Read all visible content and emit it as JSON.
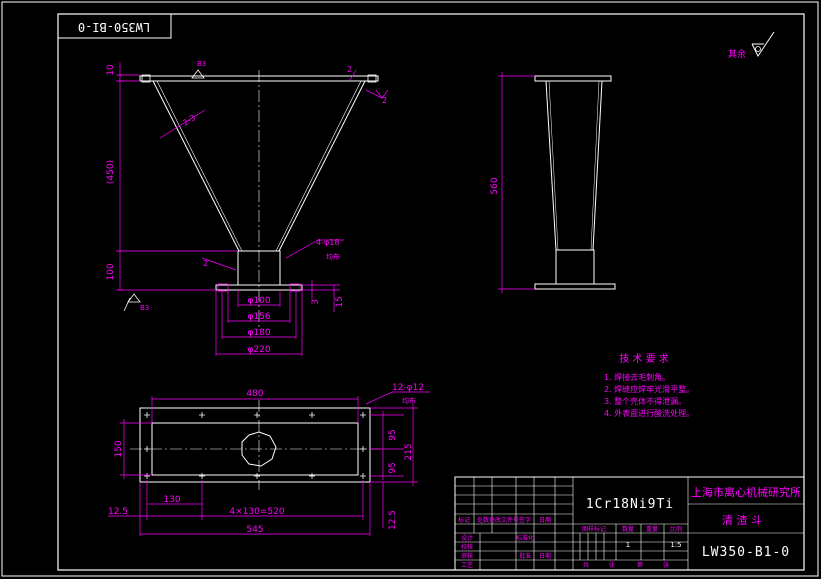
{
  "drawing_number": "LW350-B1-0",
  "drawing_number_mirrored": "LW350-BI-0",
  "surface_note": "其余",
  "front_view": {
    "dimensions": {
      "top_thickness": "10",
      "cone_height": "(450)",
      "neck_height": "100",
      "base_thickness_a": "3",
      "base_thickness_b": "15",
      "d_inner": "φ100",
      "d_1": "φ156",
      "d_2": "φ180",
      "d_outer": "φ220",
      "holes": "4-φ18",
      "holes_note": "均布"
    },
    "welds": [
      "2",
      "2",
      "2-3",
      "2"
    ],
    "datum_labels": [
      "B3",
      "B3"
    ]
  },
  "side_view": {
    "height": "560"
  },
  "plan_view": {
    "dimensions": {
      "length_inner": "480",
      "holes": "12-φ12",
      "holes_note": "均布",
      "width_inner": "150",
      "h_95_a": "95",
      "h_95_b": "95",
      "h_215": "215",
      "pitch_first": "130",
      "pitch_chain": "4×130=520",
      "overall_length": "545",
      "edge_left": "12.5",
      "edge_right": "12.5"
    }
  },
  "tech_requirements": {
    "title": "技 术 要 求",
    "items": [
      "1. 焊接去毛刺角。",
      "2. 焊缝应焊牢光滑平整。",
      "3. 整个壳体不得泄漏。",
      "4. 外表面进行酸洗处理。"
    ]
  },
  "title_block": {
    "material": "1Cr18Ni9Ti",
    "institute": "上海市离心机械研究所",
    "part_name": "清 渣 斗",
    "number": "LW350-B1-0",
    "scale_label": "比例",
    "scale": "1:5",
    "weight_label": "重量",
    "qty_label": "数量",
    "stage_label": "图样标记",
    "small_number": "1",
    "sheet_label": "共",
    "sheet_label2": "张",
    "sheet_of": "第",
    "rev_cols": [
      "标记",
      "处数",
      "更改文件号",
      "签字",
      "日期"
    ],
    "row_labels": [
      "设计",
      "校核",
      "审核",
      "工艺"
    ],
    "row_labels_right": [
      "标准化",
      "",
      "批准"
    ],
    "date_label": "日期"
  },
  "colors": {
    "background": "#000000",
    "frame": "#ffffff",
    "dimension": "#ff00ff",
    "outline": "#ffffff"
  }
}
